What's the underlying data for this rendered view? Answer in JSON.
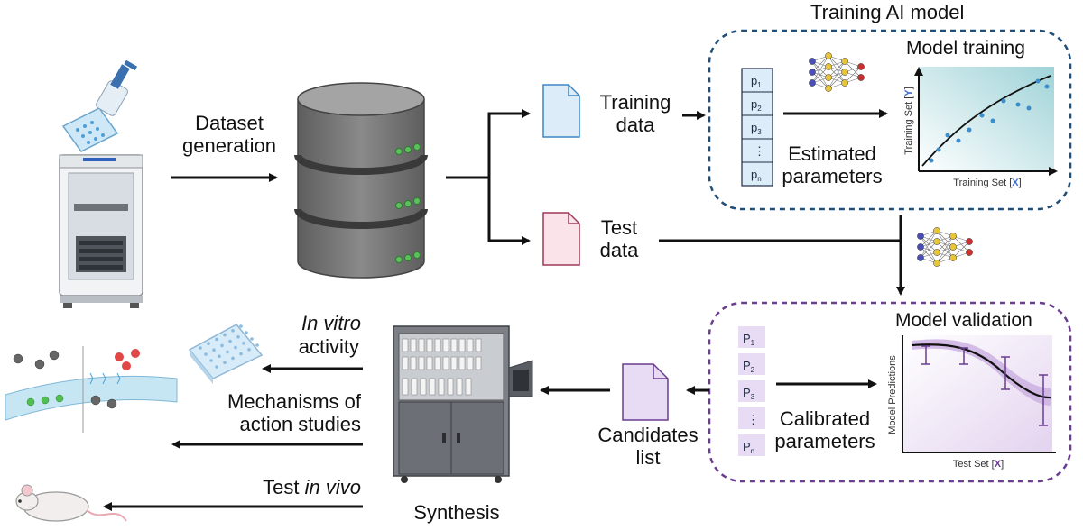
{
  "title": "Training AI model",
  "labels": {
    "dataset_generation": [
      "Dataset",
      "generation"
    ],
    "training_data": [
      "Training",
      "data"
    ],
    "test_data": [
      "Test",
      "data"
    ],
    "model_training": "Model training",
    "estimated_parameters": [
      "Estimated",
      "parameters"
    ],
    "model_validation": "Model validation",
    "calibrated_parameters": [
      "Calibrated",
      "parameters"
    ],
    "candidates_list": [
      "Candidates",
      "list"
    ],
    "synthesis": "Synthesis",
    "in_vitro": "In vitro",
    "activity": "activity",
    "mechanisms": [
      "Mechanisms of",
      "action studies"
    ],
    "test": "Test",
    "in_vivo": "in vivo"
  },
  "training_plot": {
    "xlabel_prefix": "Training Set [",
    "xlabel_var": "X",
    "xlabel_suffix": "]",
    "ylabel_prefix": "Training Set [",
    "ylabel_var": "Y",
    "ylabel_suffix": "]"
  },
  "validation_plot": {
    "xlabel_prefix": "Test Set [",
    "xlabel_var": "X",
    "xlabel_suffix": "]",
    "ylabel": "Model Predictions"
  },
  "param_list_lower": [
    "p",
    "p",
    "p",
    "⋮",
    "p"
  ],
  "param_subs_lower": [
    "1",
    "2",
    "3",
    "",
    "n"
  ],
  "param_list_upper": [
    "P",
    "P",
    "P",
    "⋮",
    "P"
  ],
  "param_subs_upper": [
    "1",
    "2",
    "3",
    "",
    "n"
  ],
  "colors": {
    "training_box_border": "#1f4e79",
    "validation_box_border": "#6a3d8f",
    "training_doc": "#dcecf8",
    "test_doc": "#fbe3ea",
    "candidates_doc": "#e8dcf5",
    "database": "#7a7a7a",
    "led": "#5cc05c",
    "training_plot_bg": "#bfe3e6",
    "validation_plot_bg": "#eadff3"
  }
}
